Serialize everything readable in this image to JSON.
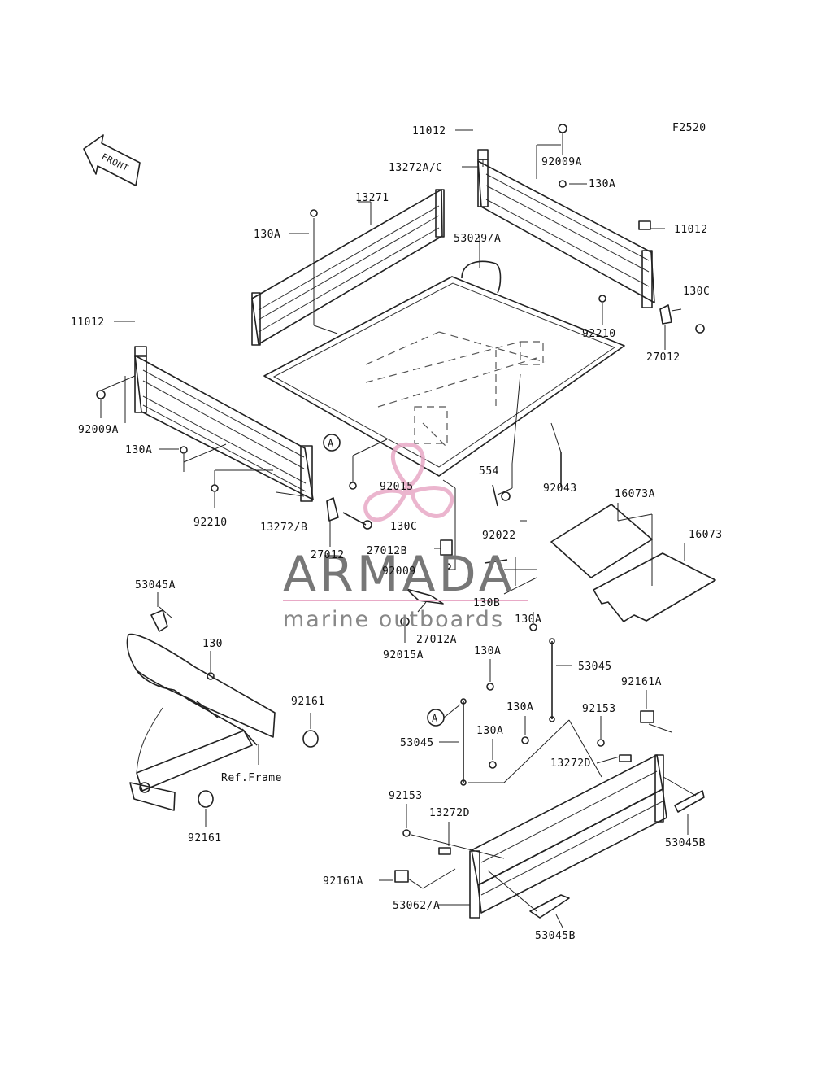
{
  "figure_code": "F2520",
  "front_arrow": "FRONT",
  "ref_marker": "A",
  "labels": {
    "l11012_top": "11012",
    "l13272ac": "13272A/C",
    "l92009a_r": "92009A",
    "l130a_r": "130A",
    "l13271": "13271",
    "l130a_u": "130A",
    "l53029a": "53029/A",
    "l11012_r": "11012",
    "l130c_r": "130C",
    "l92210_r": "92210",
    "l27012_r": "27012",
    "l11012_l": "11012",
    "l92009a_l": "92009A",
    "l130a_l": "130A",
    "l92210_l": "92210",
    "l13272b": "13272/B",
    "l27012_l": "27012",
    "l92015": "92015",
    "l130c_l": "130C",
    "l554": "554",
    "l92043": "92043",
    "l16073a": "16073A",
    "l16073": "16073",
    "l92022": "92022",
    "l27012b": "27012B",
    "l92009": "92009",
    "l130b": "130B",
    "l27012a": "27012A",
    "l92015a": "92015A",
    "l53045a": "53045A",
    "l130_f": "130",
    "l92161_a": "92161",
    "l92161_b": "92161",
    "l_ref_frame": "Ref.Frame",
    "l130a_t1": "130A",
    "l130a_t2": "130A",
    "l53045_r": "53045",
    "l92161a_r": "92161A",
    "l130a_t3": "130A",
    "l92153_r": "92153",
    "l130a_t4": "130A",
    "l53045_l": "53045",
    "l13272d_r": "13272D",
    "l92153_l": "92153",
    "l13272d_l": "13272D",
    "l53045b_r": "53045B",
    "l92161a_l": "92161A",
    "l53062a": "53062/A",
    "l53045b_b": "53045B"
  },
  "watermark": {
    "name": "ARMADA",
    "tagline": "marine outboards",
    "accent_color": "#e8a9c6"
  }
}
